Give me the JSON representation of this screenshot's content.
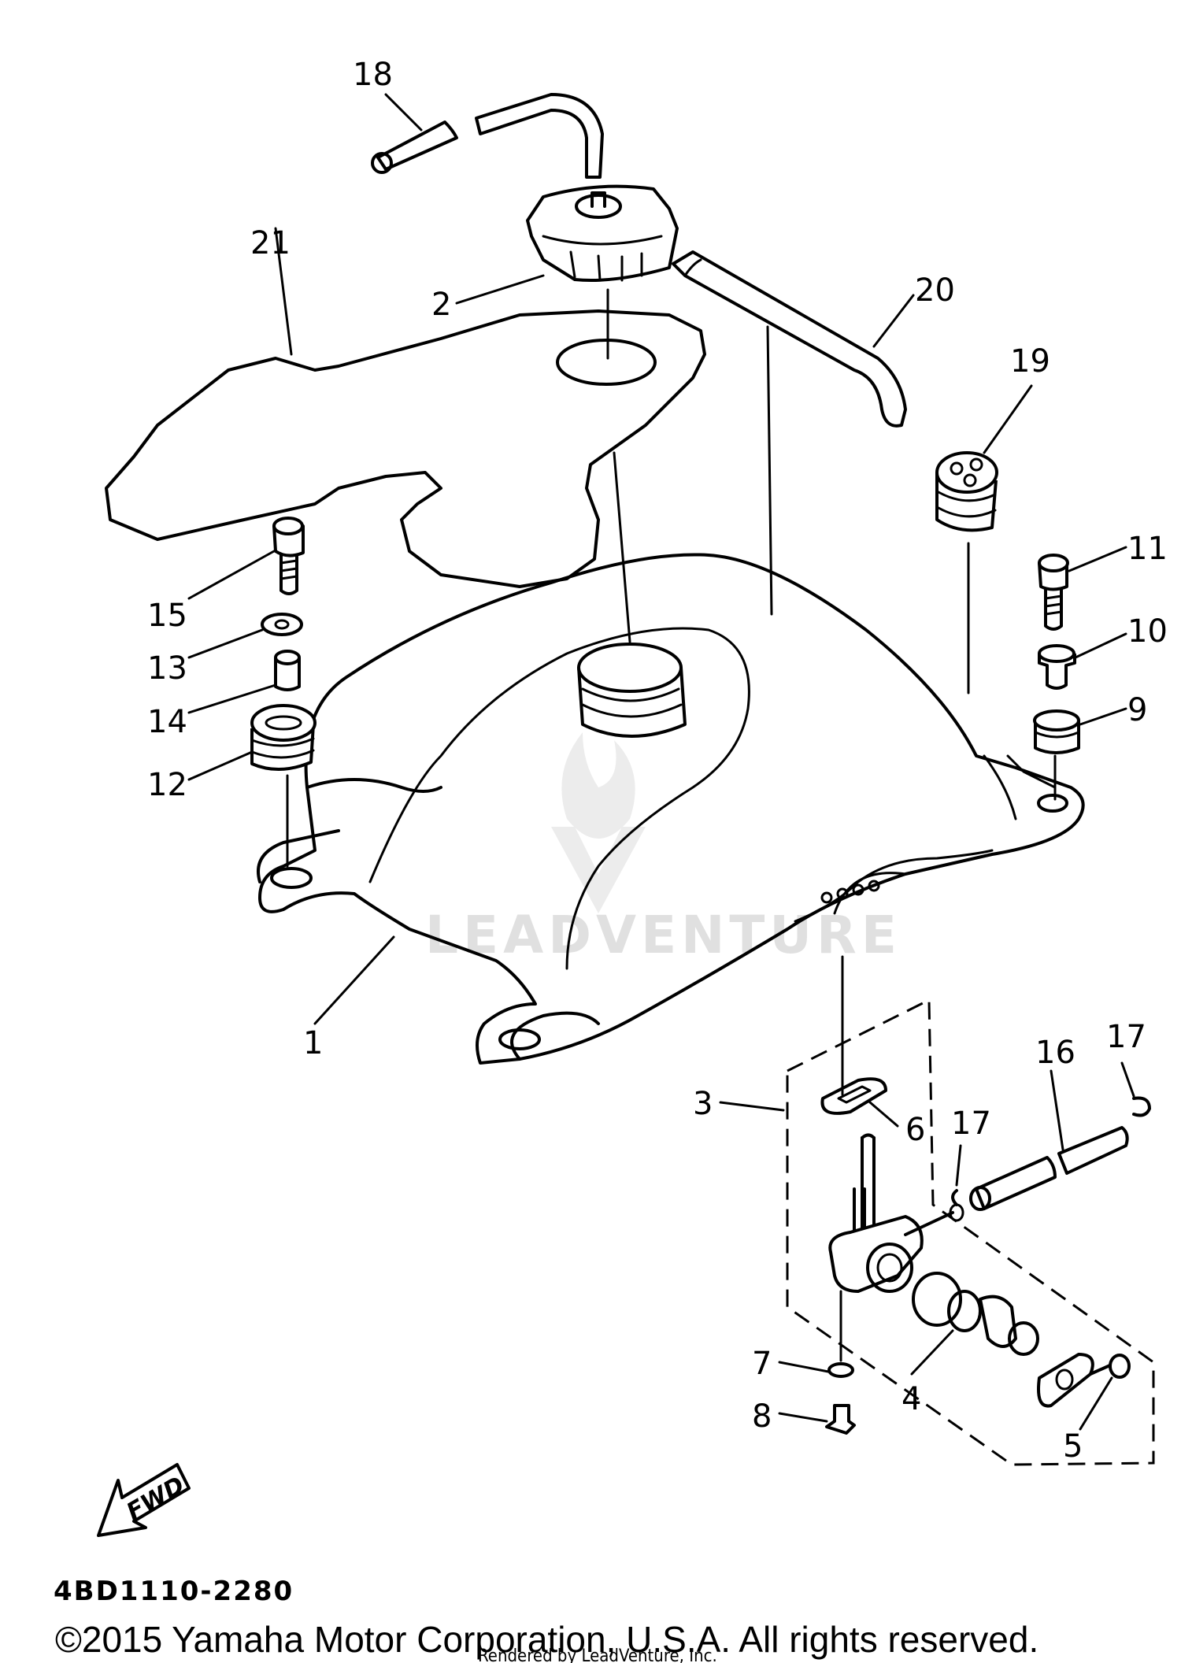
{
  "callouts": {
    "c1": "1",
    "c2": "2",
    "c3": "3",
    "c4": "4",
    "c5": "5",
    "c6": "6",
    "c7": "7",
    "c8": "8",
    "c9": "9",
    "c10": "10",
    "c11": "11",
    "c12": "12",
    "c13": "13",
    "c14": "14",
    "c15": "15",
    "c16": "16",
    "c17a": "17",
    "c17b": "17",
    "c18": "18",
    "c19": "19",
    "c20": "20",
    "c21": "21"
  },
  "fwd_label": "FWD",
  "part_number": "4BD1110-2280",
  "watermark": "LEADVENTURE",
  "copyright": "©2015 Yamaha Motor Corporation, U.S.A. All rights reserved.",
  "rendered_by": "Rendered by LeadVenture, Inc."
}
